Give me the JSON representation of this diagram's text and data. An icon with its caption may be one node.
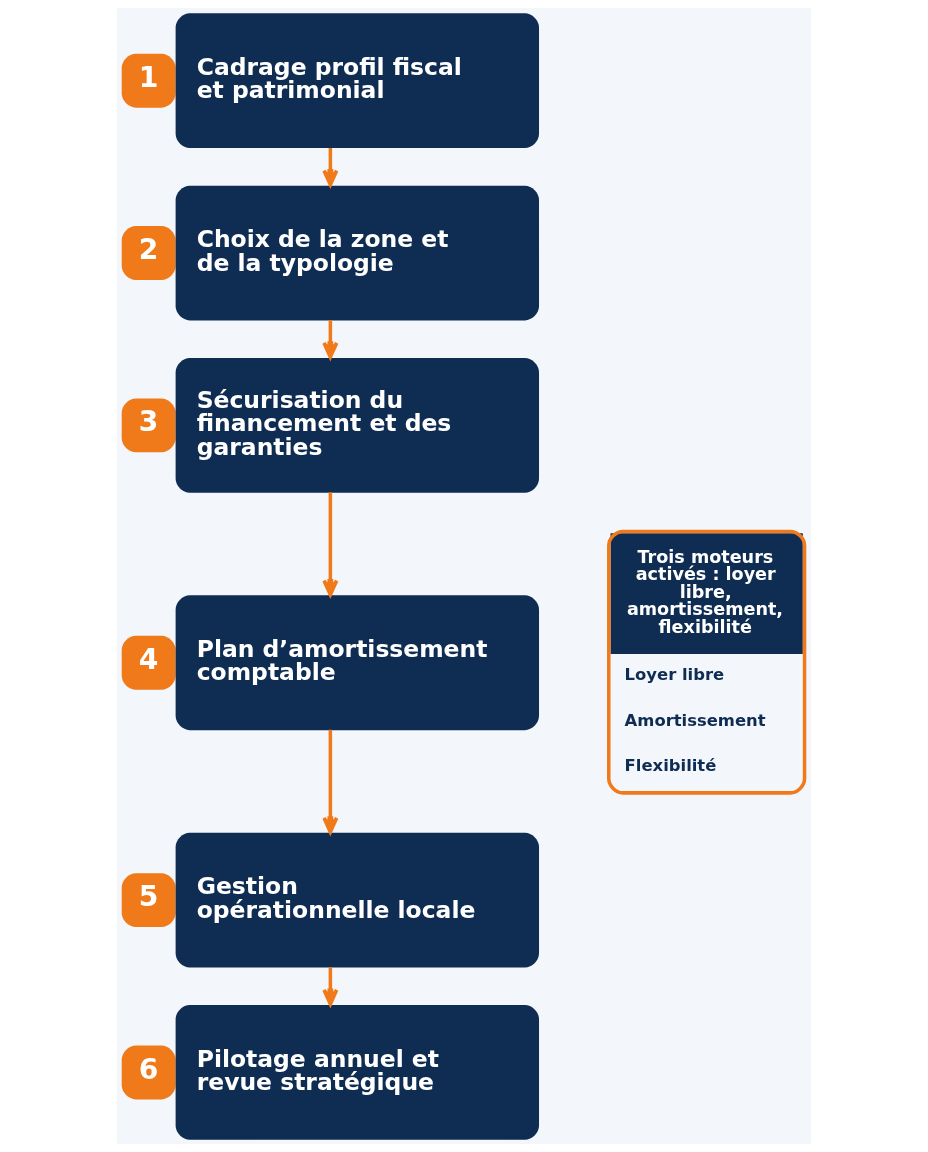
{
  "diagram": {
    "nodes": [
      {
        "text": [
          "1",
          "Cadrage profil fiscal et patrimonial"
        ]
      },
      {
        "text": [
          "2",
          "Choix de la zone et de la typologie"
        ]
      },
      {
        "text": [
          "3",
          "Sécurisation du financement et des garanties"
        ]
      },
      {
        "text": [
          "4",
          "Plan d’amortissement comptable"
        ]
      },
      {
        "text": [
          "5",
          "Gestion opérationnelle locale"
        ]
      },
      {
        "text": [
          "6",
          "Pilotage annuel et revue stratégique"
        ]
      },
      {
        "text": [
          "Trois moteurs activés : loyer libre, amortissement, flexibilité",
          "Loyer libre",
          "Amortissement",
          "Flexibilité"
        ]
      }
    ],
    "edges": [
      {
        "from": 0,
        "to": 1,
        "arrow": "to"
      },
      {
        "from": 1,
        "to": 2,
        "arrow": "to"
      },
      {
        "from": 2,
        "to": 3,
        "arrow": "to"
      },
      {
        "from": 3,
        "to": 4,
        "arrow": "to"
      },
      {
        "from": 4,
        "to": 5,
        "arrow": "to"
      }
    ]
  }
}
